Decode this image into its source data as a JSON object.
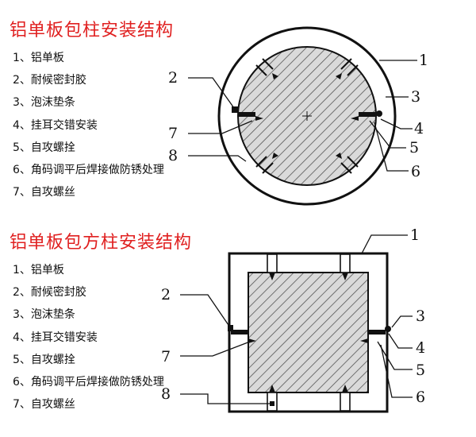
{
  "sections": [
    {
      "title": "铝单板包柱安装结构",
      "legend": [
        "1、铝单板",
        "2、耐候密封胶",
        "3、泡沫垫条",
        "4、挂耳交错安装",
        "5、自攻螺拴",
        "6、角码调平后焊接做防锈处理",
        "7、自攻螺丝"
      ],
      "callouts": [
        "1",
        "2",
        "3",
        "4",
        "5",
        "6",
        "7",
        "8"
      ]
    },
    {
      "title": "铝单板包方柱安装结构",
      "legend": [
        "1、铝单板",
        "2、耐候密封胶",
        "3、泡沫垫条",
        "4、挂耳交错安装",
        "5、自攻螺拴",
        "6、角码调平后焊接做防锈处理",
        "7、自攻螺丝"
      ],
      "callouts": [
        "1",
        "2",
        "3",
        "4",
        "5",
        "6",
        "7",
        "8"
      ]
    }
  ],
  "colors": {
    "title": "#e02020",
    "line": "#111111",
    "fill": "#d8d8d8"
  }
}
